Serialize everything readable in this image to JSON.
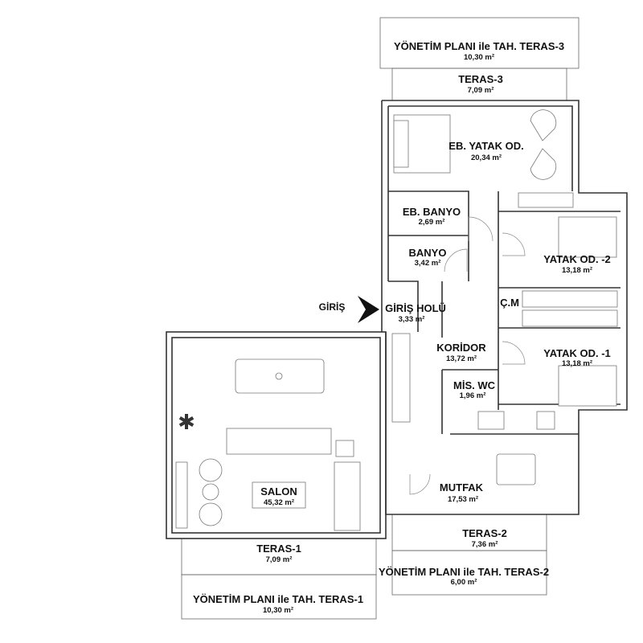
{
  "entrance_label": "GİRİŞ",
  "rooms": {
    "terrace3_mgmt": {
      "name": "YÖNETİM PLANI ile TAH. TERAS-3",
      "area": "10,30 m²"
    },
    "terrace3": {
      "name": "TERAS-3",
      "area": "7,09 m²"
    },
    "master_bedroom": {
      "name": "EB. YATAK OD.",
      "area": "20,34 m²"
    },
    "master_bath": {
      "name": "EB. BANYO",
      "area": "2,69 m²"
    },
    "bath": {
      "name": "BANYO",
      "area": "3,42 m²"
    },
    "bedroom2": {
      "name": "YATAK OD. -2",
      "area": "13,18 m²"
    },
    "laundry": {
      "name": "Ç.M"
    },
    "entry_hall": {
      "name": "GİRİŞ HOLÜ",
      "area": "3,33 m²"
    },
    "corridor": {
      "name": "KORİDOR",
      "area": "13,72 m²"
    },
    "bedroom1": {
      "name": "YATAK OD. -1",
      "area": "13,18 m²"
    },
    "guest_wc": {
      "name": "MİS. WC",
      "area": "1,96 m²"
    },
    "living": {
      "name": "SALON",
      "area": "45,32 m²"
    },
    "kitchen": {
      "name": "MUTFAK",
      "area": "17,53 m²"
    },
    "terrace2": {
      "name": "TERAS-2",
      "area": "7,36 m²"
    },
    "terrace2_mgmt": {
      "name": "YÖNETİM PLANI ile TAH. TERAS-2",
      "area": "6,00 m²"
    },
    "terrace1": {
      "name": "TERAS-1",
      "area": "7,09 m²"
    },
    "terrace1_mgmt": {
      "name": "YÖNETİM PLANI ile TAH. TERAS-1",
      "area": "10,30 m²"
    }
  }
}
